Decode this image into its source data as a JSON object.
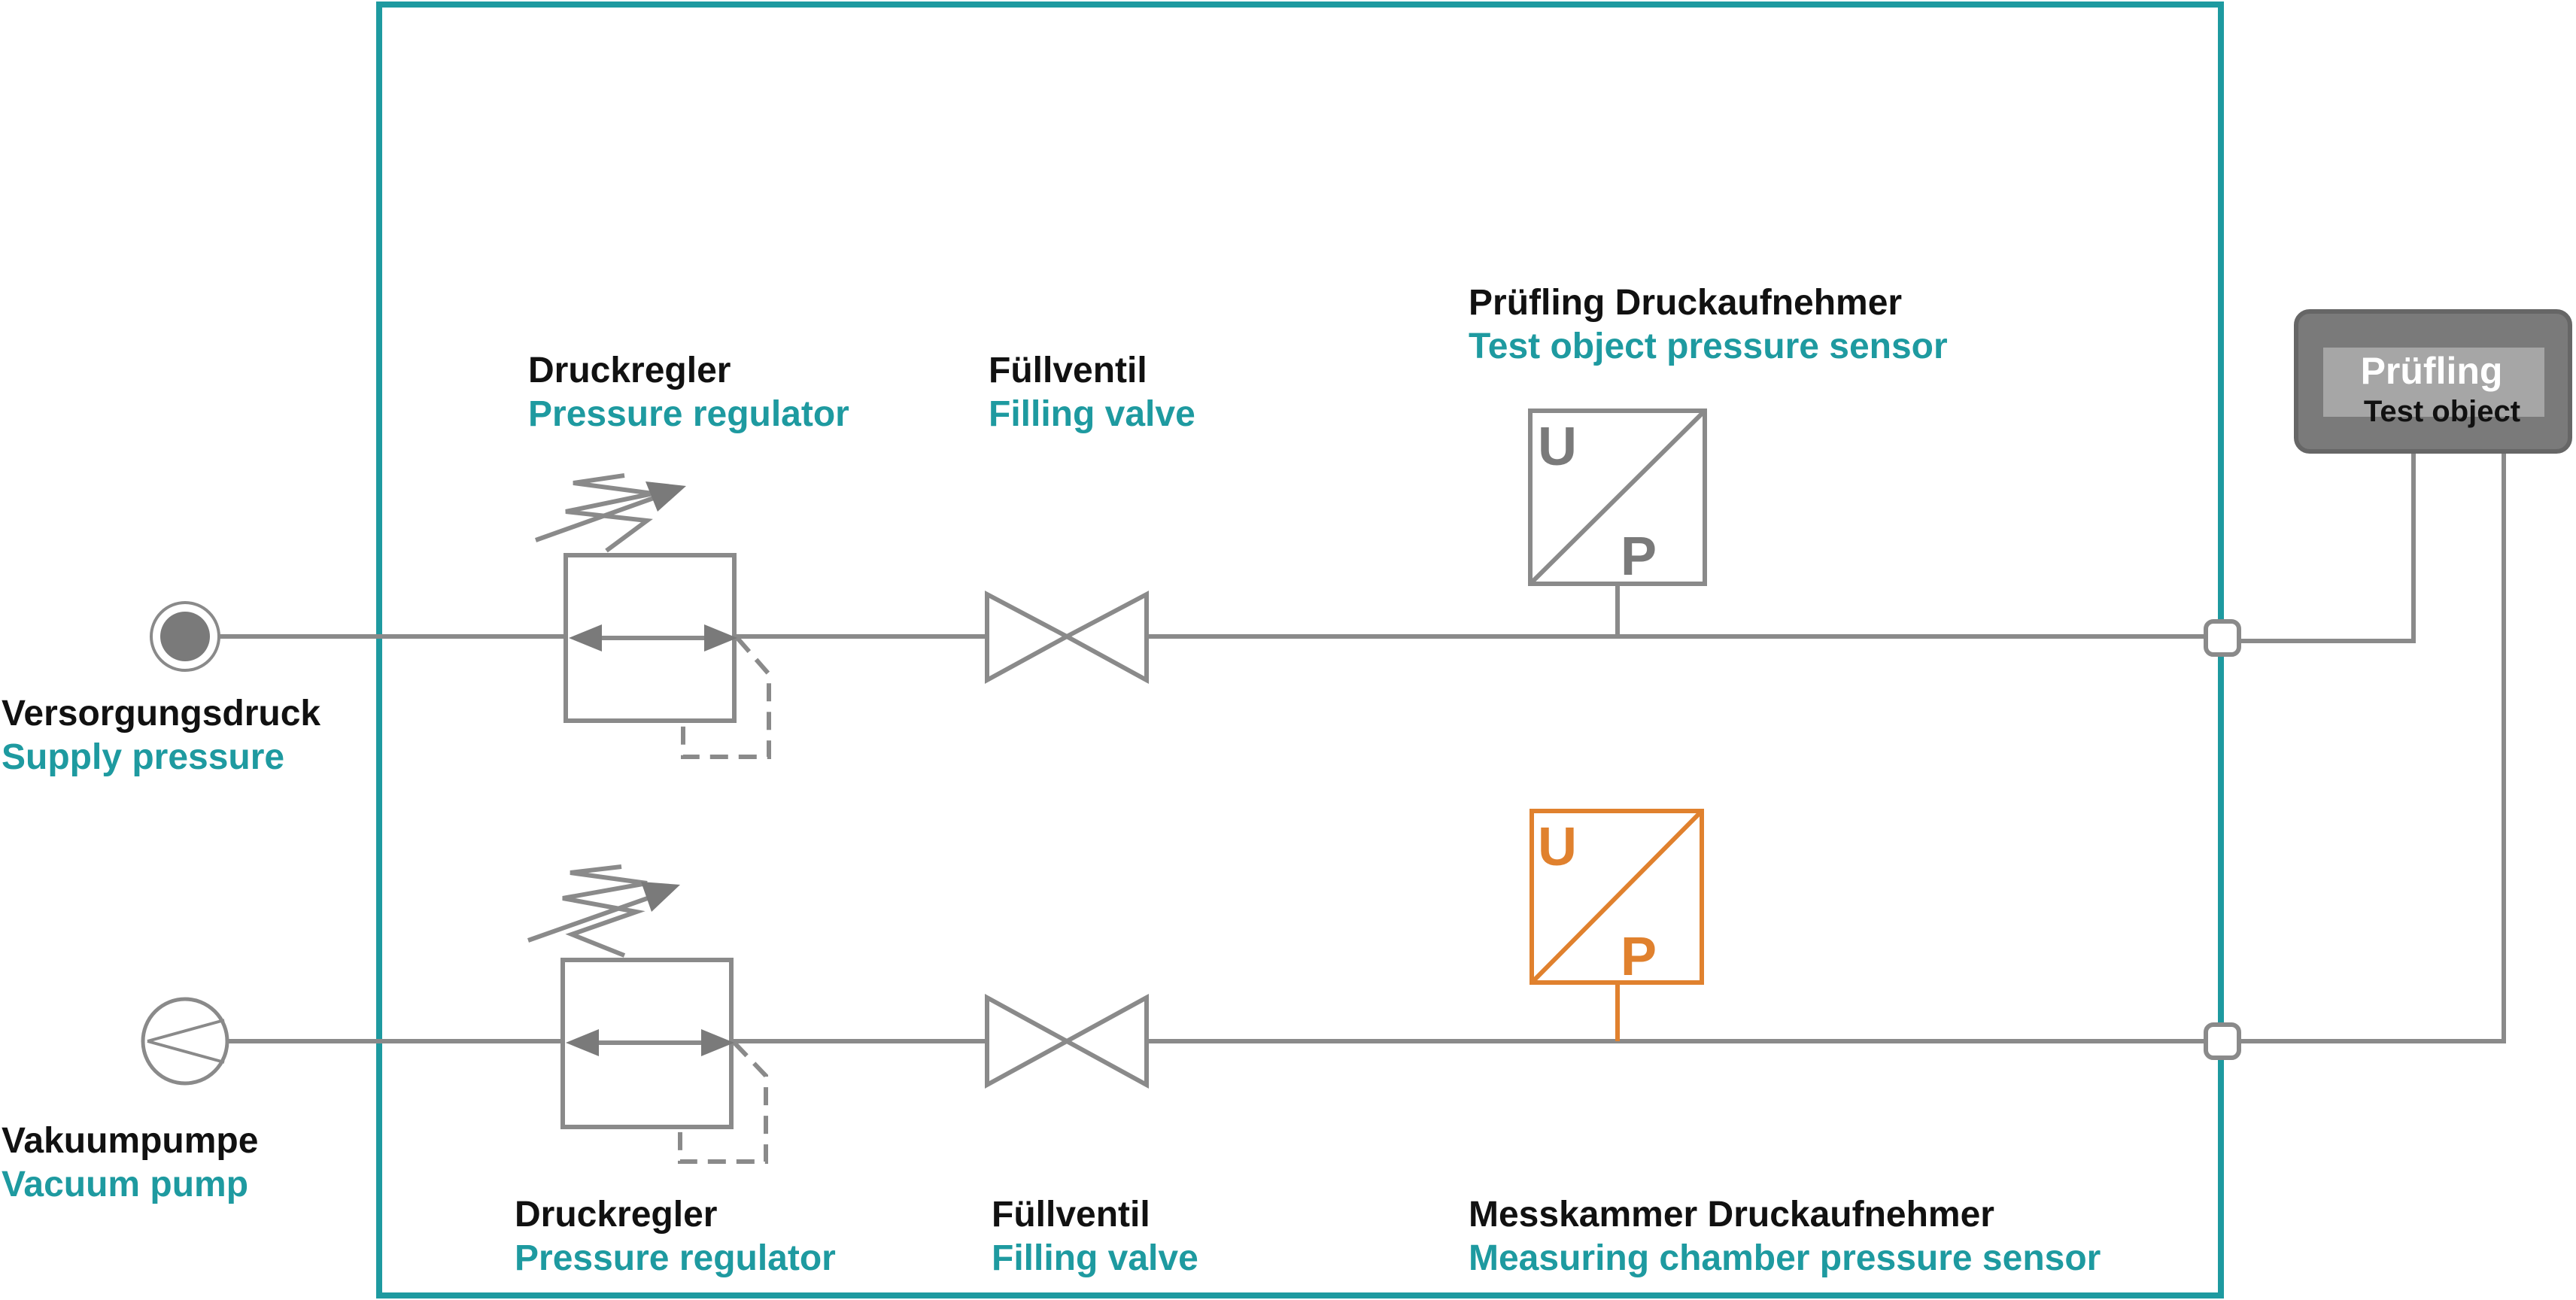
{
  "labels": {
    "supply": {
      "de": "Versorgungsdruck",
      "en": "Supply pressure"
    },
    "vacuum": {
      "de": "Vakuumpumpe",
      "en": "Vacuum pump"
    },
    "regulator_top": {
      "de": "Druckregler",
      "en": "Pressure regulator"
    },
    "regulator_bottom": {
      "de": "Druckregler",
      "en": "Pressure regulator"
    },
    "valve_top": {
      "de": "Füllventil",
      "en": "Filling valve"
    },
    "valve_bottom": {
      "de": "Füllventil",
      "en": "Filling valve"
    },
    "test_sensor": {
      "de": "Prüfling Druckaufnehmer",
      "en": "Test object pressure sensor"
    },
    "chamber_sensor": {
      "de": "Messkammer Druckaufnehmer",
      "en": "Measuring chamber pressure sensor"
    },
    "test_object": {
      "de": "Prüfling",
      "en": "Test object"
    }
  },
  "sensor_glyphs": {
    "u": "U",
    "p": "P"
  },
  "icons": {
    "supply": "pressure-source-icon",
    "vacuum": "vacuum-pump-icon",
    "regulator": "pressure-regulator-icon",
    "valve": "filling-valve-icon",
    "sensor": "pressure-transducer-icon",
    "connector": "port-connector-icon"
  },
  "colors": {
    "enclosure": "#1e9aa0",
    "line": "#8a8a8a",
    "chamber_sensor": "#e0812e",
    "teal_text": "#1e9aa0",
    "black_text": "#111111"
  }
}
